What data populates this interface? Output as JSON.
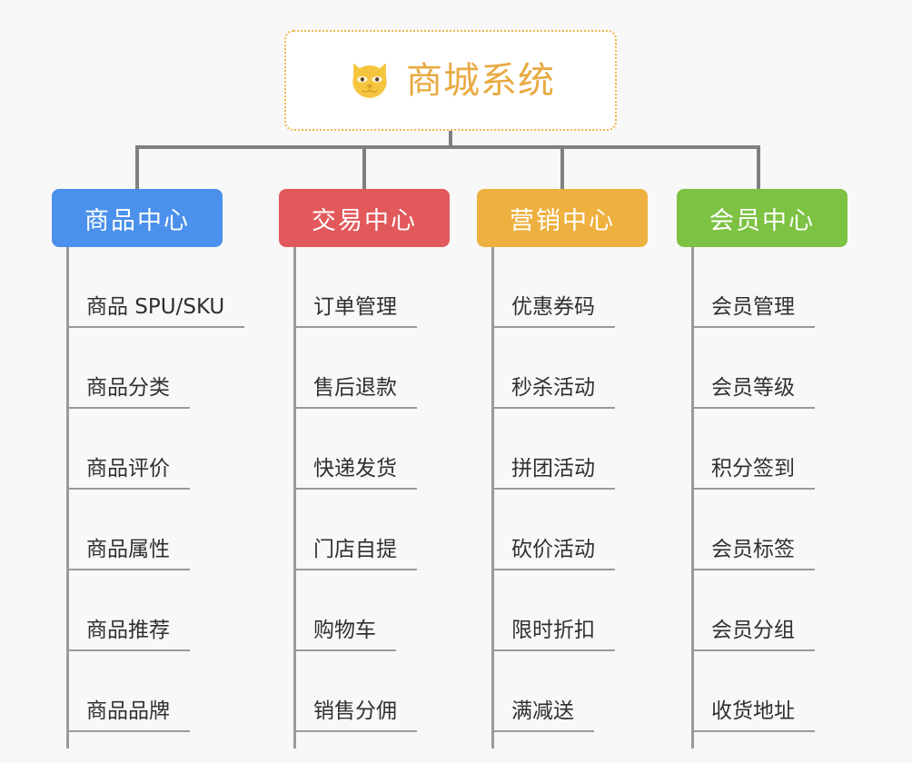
{
  "page": {
    "background_color": "#f8f8f8",
    "title": "商城系统架构图"
  },
  "root": {
    "title": "商城系统",
    "icon": "shiba-dog-icon",
    "title_color": "#e8aa42",
    "border_color": "#f0b64a",
    "background_color": "#ffffff"
  },
  "connector": {
    "color": "#808080"
  },
  "columns": [
    {
      "header": "商品中心",
      "color": "#4a90ec",
      "items": [
        "商品 SPU/SKU",
        "商品分类",
        "商品评价",
        "商品属性",
        "商品推荐",
        "商品品牌"
      ]
    },
    {
      "header": "交易中心",
      "color": "#e1595b",
      "items": [
        "订单管理",
        "售后退款",
        "快递发货",
        "门店自提",
        "购物车",
        "销售分佣"
      ]
    },
    {
      "header": "营销中心",
      "color": "#eeb03f",
      "items": [
        "优惠券码",
        "秒杀活动",
        "拼团活动",
        "砍价活动",
        "限时折扣",
        "满减送"
      ]
    },
    {
      "header": "会员中心",
      "color": "#7dc242",
      "items": [
        "会员管理",
        "会员等级",
        "积分签到",
        "会员标签",
        "会员分组",
        "收货地址"
      ]
    }
  ]
}
